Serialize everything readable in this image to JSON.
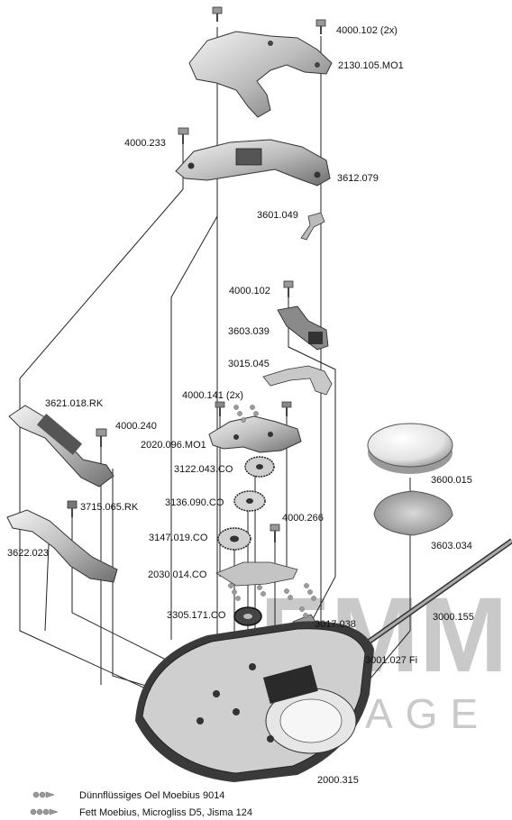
{
  "parts": [
    {
      "id": "p1",
      "label": "4000.102 (2x)"
    },
    {
      "id": "p2",
      "label": "2130.105.MO1"
    },
    {
      "id": "p3",
      "label": "4000.233"
    },
    {
      "id": "p4",
      "label": "3612.079"
    },
    {
      "id": "p5",
      "label": "3601.049"
    },
    {
      "id": "p6",
      "label": "4000.102"
    },
    {
      "id": "p7",
      "label": "3603.039"
    },
    {
      "id": "p8",
      "label": "3015.045"
    },
    {
      "id": "p9",
      "label": "4000.141 (2x)"
    },
    {
      "id": "p10",
      "label": "3621.018.RK"
    },
    {
      "id": "p11",
      "label": "4000.240"
    },
    {
      "id": "p12",
      "label": "2020.096.MO1"
    },
    {
      "id": "p13",
      "label": "3122.043.CO"
    },
    {
      "id": "p14",
      "label": "3600.015"
    },
    {
      "id": "p15",
      "label": "3136.090.CO"
    },
    {
      "id": "p16",
      "label": "3715.065.RK"
    },
    {
      "id": "p17",
      "label": "4000.266"
    },
    {
      "id": "p18",
      "label": "3603.034"
    },
    {
      "id": "p19",
      "label": "3147.019.CO"
    },
    {
      "id": "p20",
      "label": "3622.023"
    },
    {
      "id": "p21",
      "label": "2030.014.CO"
    },
    {
      "id": "p22",
      "label": "3000.155"
    },
    {
      "id": "p23",
      "label": "3305.171.CO"
    },
    {
      "id": "p24",
      "label": "3017.038"
    },
    {
      "id": "p25",
      "label": "3001.027 Fi"
    },
    {
      "id": "p26",
      "label": "2000.315"
    }
  ],
  "watermark": {
    "line1": "EMM",
    "line2": "AGE"
  },
  "legend": [
    {
      "label": "Dünnflüssiges Oel Moebius 9014"
    },
    {
      "label": "Fett Moebius, Microgliss D5, Jisma 124"
    }
  ]
}
